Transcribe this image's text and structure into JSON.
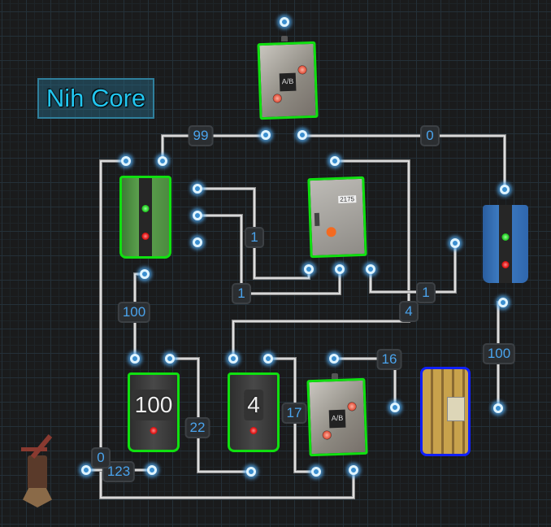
{
  "canvas": {
    "title": "Nih Core",
    "grid": true,
    "colors": {
      "background": "#1a1b1c",
      "grid_major": "#243038",
      "grid_minor": "#1e2428",
      "selected_outline": "#10e010",
      "highlight_outline": "#1020ff",
      "label_text": "#4aa3ec",
      "title_text": "#22c6f0"
    }
  },
  "devices": [
    {
      "id": "ab-switch-top",
      "type": "electrical-branch-ab",
      "label": "A/B",
      "selected": true
    },
    {
      "id": "battery-green",
      "type": "small-battery-green",
      "selected": true
    },
    {
      "id": "switch-box",
      "type": "electric-switch",
      "sticker_text": "2175",
      "selected": true
    },
    {
      "id": "battery-blue",
      "type": "medium-battery-blue",
      "selected": false
    },
    {
      "id": "counter-left",
      "type": "counter",
      "display": "100",
      "selected": true
    },
    {
      "id": "counter-mid",
      "type": "counter",
      "display": "4",
      "selected": true
    },
    {
      "id": "ab-switch-bottom",
      "type": "electrical-branch-ab",
      "label": "A/B",
      "selected": true
    },
    {
      "id": "generator",
      "type": "test-generator",
      "highlighted": true
    },
    {
      "id": "windmill",
      "type": "wind-turbine",
      "selected": false
    }
  ],
  "wire_labels": {
    "w99": "99",
    "w0_top": "0",
    "w1_a": "1",
    "w1_b": "1",
    "w1_c": "1",
    "w4": "4",
    "w100_left": "100",
    "w100_right": "100",
    "w22": "22",
    "w17": "17",
    "w16": "16",
    "w0_bottom": "0",
    "w123": "123"
  }
}
